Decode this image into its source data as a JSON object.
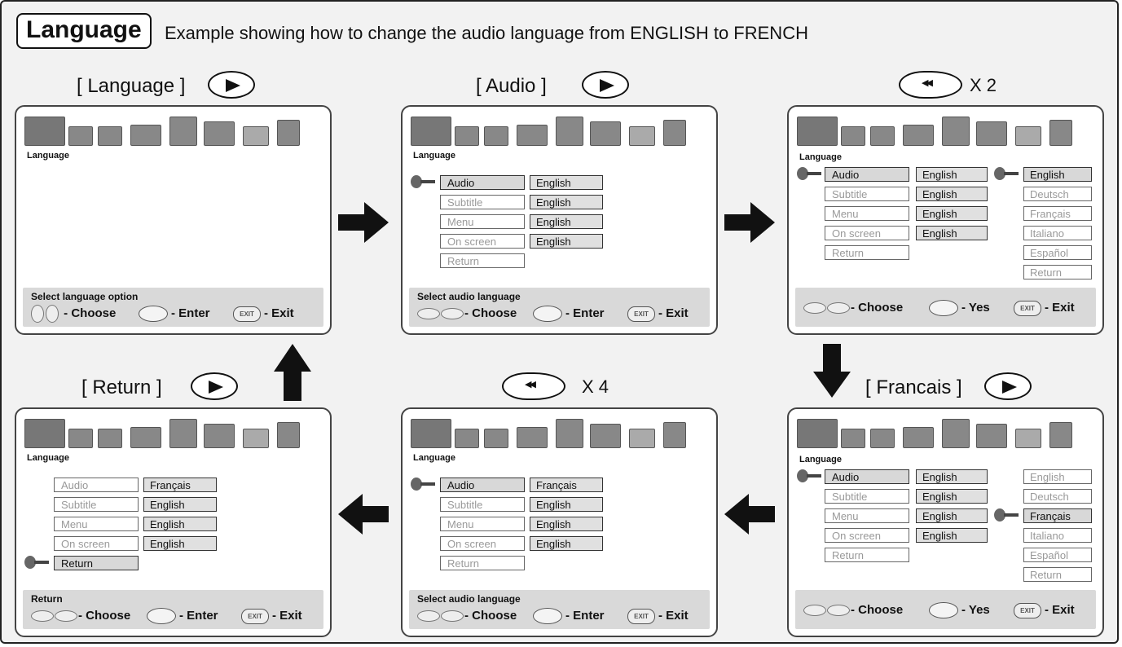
{
  "header": {
    "title": "Language",
    "subtitle": "Example showing how to change the audio language from ENGLISH to FRENCH"
  },
  "steps": {
    "s1": "[ Language ]",
    "s2": "[ Audio ]",
    "s3": "X 2",
    "s4": "[ Francais ]",
    "s5": "X 4",
    "s6": "[ Return ]"
  },
  "screen_title": "Language",
  "menu": {
    "audio": "Audio",
    "subtitle": "Subtitle",
    "menu": "Menu",
    "onscreen": "On screen",
    "return": "Return"
  },
  "languages": [
    "English",
    "Deutsch",
    "Français",
    "Italiano",
    "Español",
    "Return"
  ],
  "values": {
    "english": "English",
    "francais": "Français"
  },
  "footer": {
    "select_language": "Select language option",
    "select_audio": "Select audio language",
    "return": "Return",
    "choose": "- Choose",
    "enter": "- Enter",
    "yes": "- Yes",
    "exit": "- Exit",
    "exit_icon": "EXIT"
  }
}
